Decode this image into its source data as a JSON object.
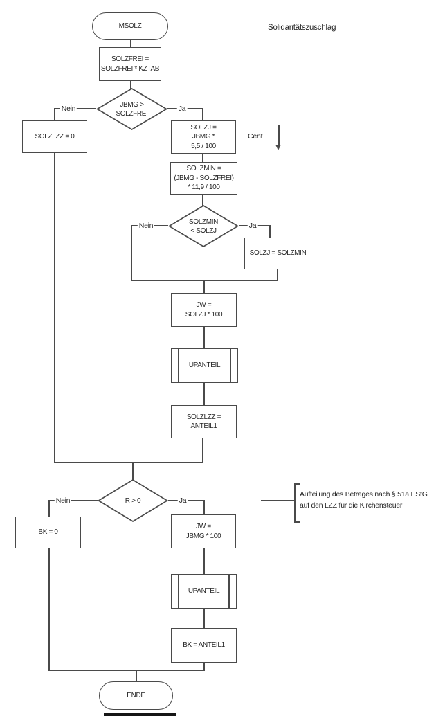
{
  "title": "Solidaritätszuschlag",
  "branch_labels": {
    "no": "Nein",
    "yes": "Ja"
  },
  "side_note": {
    "cent": "Cent"
  },
  "annotation": {
    "text": "Aufteilung des Betrages nach § 51a EStG\nauf den LZZ für die Kirchensteuer"
  },
  "colors": {
    "line": "#4a4a4a",
    "text": "#262626",
    "background": "#ffffff"
  },
  "nodes": {
    "start": {
      "type": "terminal",
      "label": "MSOLZ"
    },
    "init_solzfrei": {
      "type": "process",
      "label": "SOLZFREI =\nSOLZFREI * KZTAB"
    },
    "check_jbmg": {
      "type": "decision",
      "label": "JBMG >\nSOLZFREI"
    },
    "solzlzz_zero": {
      "type": "process",
      "label": "SOLZLZZ = 0"
    },
    "calc_solzj": {
      "type": "process",
      "label": "SOLZJ =\nJBMG *\n5,5 / 100"
    },
    "calc_solzmin": {
      "type": "process",
      "label": "SOLZMIN =\n(JBMG - SOLZFREI)\n* 11,9 / 100"
    },
    "check_solzmin": {
      "type": "decision",
      "label": "SOLZMIN\n< SOLZJ"
    },
    "set_solzj_min": {
      "type": "process",
      "label": "SOLZJ = SOLZMIN"
    },
    "calc_jw_solzj": {
      "type": "process",
      "label": "JW =\nSOLZJ * 100"
    },
    "upanteil_1": {
      "type": "subroutine",
      "label": "UPANTEIL"
    },
    "set_solzlzz": {
      "type": "process",
      "label": "SOLZLZZ =\nANTEIL1"
    },
    "check_r": {
      "type": "decision",
      "label": "R > 0"
    },
    "bk_zero": {
      "type": "process",
      "label": "BK = 0"
    },
    "calc_jw_jbmg": {
      "type": "process",
      "label": "JW =\nJBMG * 100"
    },
    "upanteil_2": {
      "type": "subroutine",
      "label": "UPANTEIL"
    },
    "set_bk": {
      "type": "process",
      "label": "BK = ANTEIL1"
    },
    "end": {
      "type": "terminal",
      "label": "ENDE"
    }
  },
  "edges": [
    {
      "from": "start",
      "to": "init_solzfrei",
      "label": ""
    },
    {
      "from": "init_solzfrei",
      "to": "check_jbmg",
      "label": ""
    },
    {
      "from": "check_jbmg",
      "to": "solzlzz_zero",
      "label": "Nein"
    },
    {
      "from": "check_jbmg",
      "to": "calc_solzj",
      "label": "Ja"
    },
    {
      "from": "calc_solzj",
      "to": "calc_solzmin",
      "label": ""
    },
    {
      "from": "calc_solzmin",
      "to": "check_solzmin",
      "label": ""
    },
    {
      "from": "check_solzmin",
      "to": "calc_jw_solzj",
      "label": "Nein"
    },
    {
      "from": "check_solzmin",
      "to": "set_solzj_min",
      "label": "Ja"
    },
    {
      "from": "set_solzj_min",
      "to": "calc_jw_solzj",
      "label": ""
    },
    {
      "from": "calc_jw_solzj",
      "to": "upanteil_1",
      "label": ""
    },
    {
      "from": "upanteil_1",
      "to": "set_solzlzz",
      "label": ""
    },
    {
      "from": "solzlzz_zero",
      "to": "check_r",
      "label": ""
    },
    {
      "from": "set_solzlzz",
      "to": "check_r",
      "label": ""
    },
    {
      "from": "check_r",
      "to": "bk_zero",
      "label": "Nein"
    },
    {
      "from": "check_r",
      "to": "calc_jw_jbmg",
      "label": "Ja"
    },
    {
      "from": "calc_jw_jbmg",
      "to": "upanteil_2",
      "label": ""
    },
    {
      "from": "upanteil_2",
      "to": "set_bk",
      "label": ""
    },
    {
      "from": "bk_zero",
      "to": "end",
      "label": ""
    },
    {
      "from": "set_bk",
      "to": "end",
      "label": ""
    }
  ]
}
